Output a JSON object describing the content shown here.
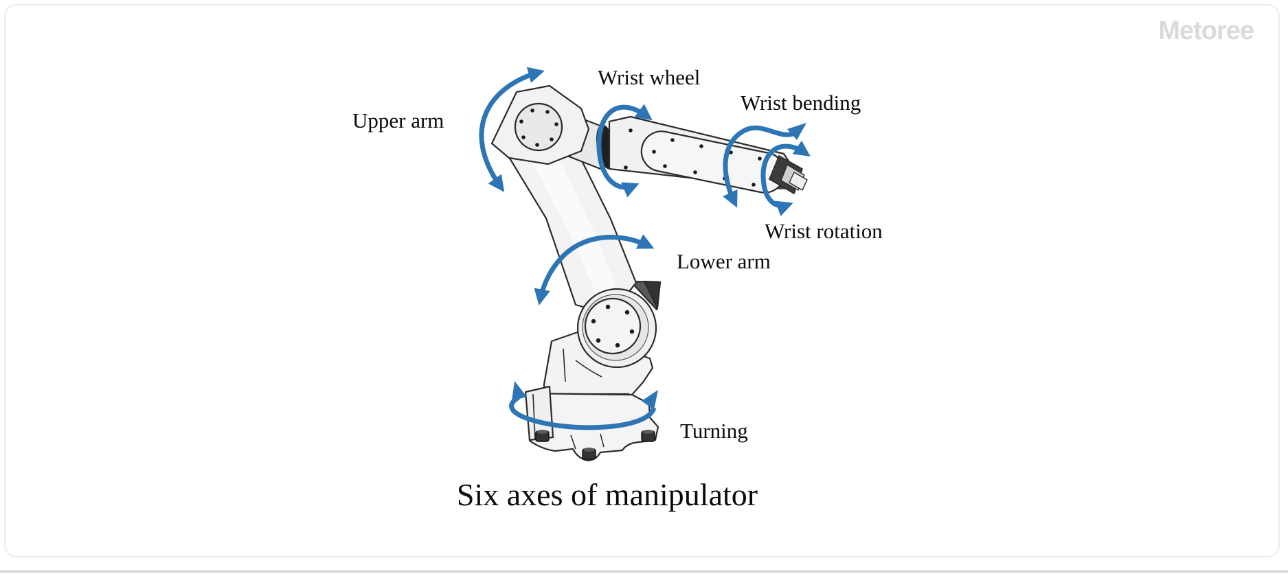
{
  "page": {
    "watermark": "Metoree",
    "title": "Six axes of manipulator"
  },
  "diagram": {
    "type": "annotated-illustration",
    "subject": "six-axis industrial robot manipulator arm",
    "labels": [
      {
        "id": "upper-arm",
        "text": "Upper arm"
      },
      {
        "id": "wrist-wheel",
        "text": "Wrist wheel"
      },
      {
        "id": "wrist-bending",
        "text": "Wrist bending"
      },
      {
        "id": "wrist-rotation",
        "text": "Wrist rotation"
      },
      {
        "id": "lower-arm",
        "text": "Lower arm"
      },
      {
        "id": "turning",
        "text": "Turning"
      }
    ],
    "colors": {
      "arrow": "#2E75B6",
      "robot_body": "#f2f2f2",
      "outline": "#2b2b2b",
      "watermark_text": "#dadada"
    }
  }
}
